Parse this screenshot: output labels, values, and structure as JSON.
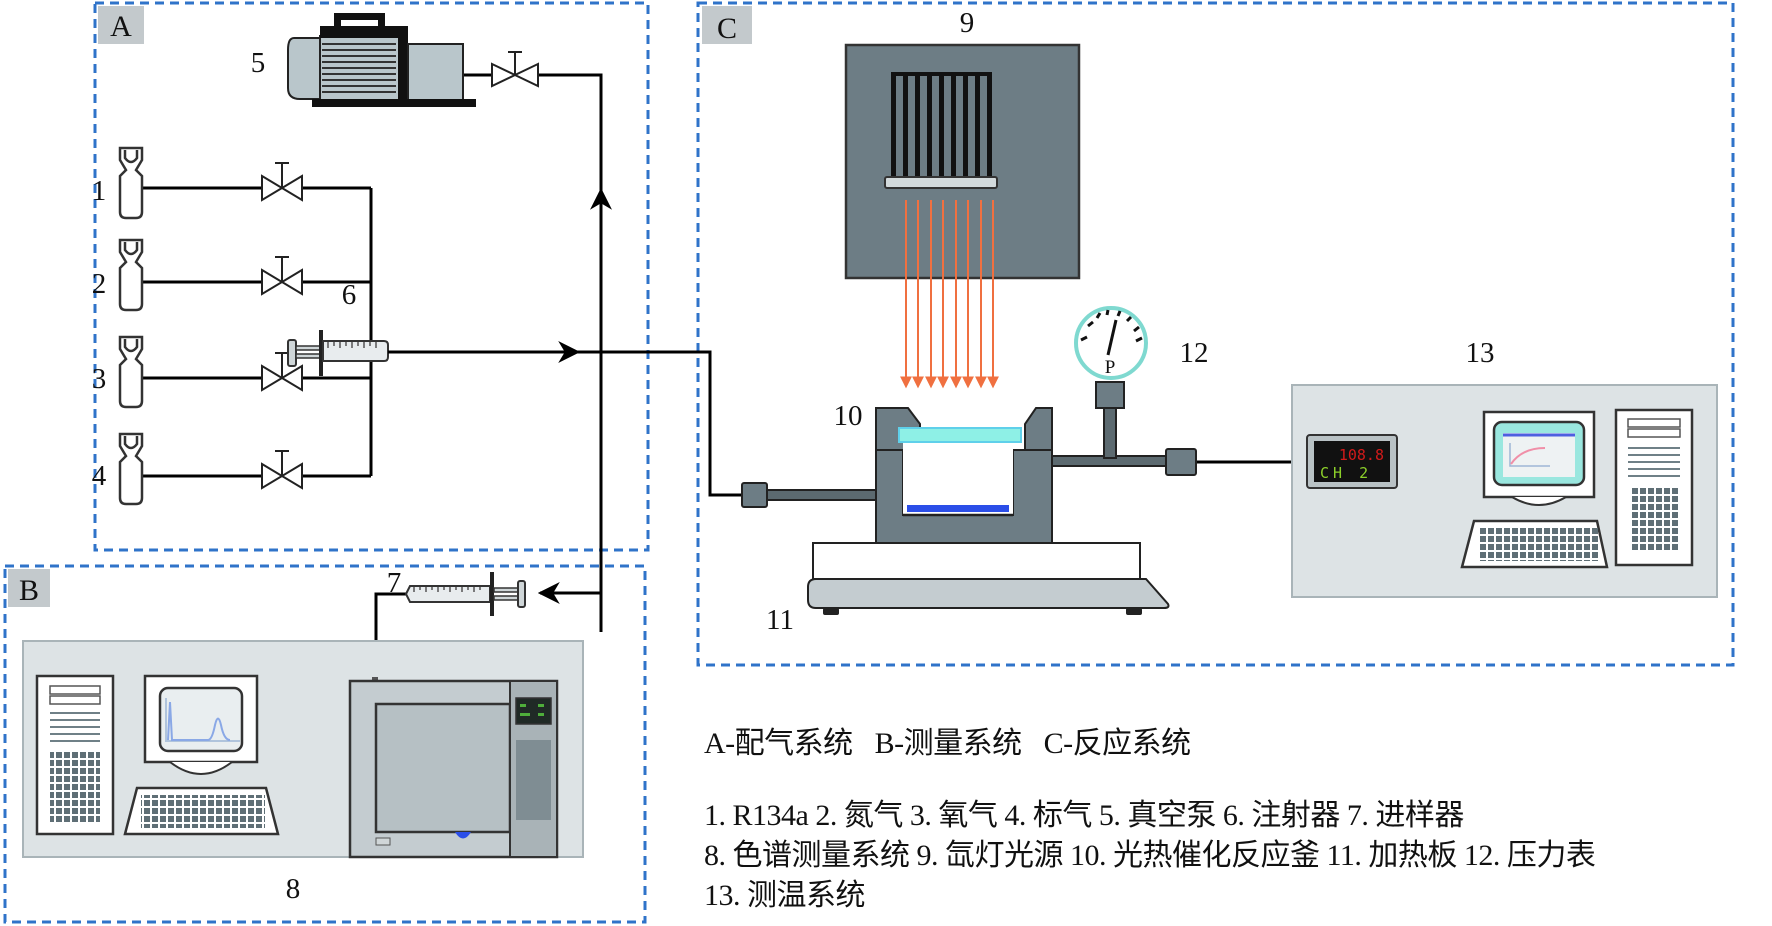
{
  "figure": {
    "colors": {
      "dashed_border": "#2f73c9",
      "label_tab": "#c3c9cc",
      "equipment_gray": "#6d7d85",
      "equipment_light": "#b9c6cb",
      "panel_bg": "#dde3e5",
      "light_rays": "#f07040",
      "quartz_window": "#8ef0e6",
      "liquid": "#2b4ee8",
      "gauge_ring": "#7fd9d0",
      "display_red": "#d11a1a",
      "display_green": "#8ccf2a"
    },
    "boxes": [
      {
        "id": "A",
        "label": "A"
      },
      {
        "id": "B",
        "label": "B"
      },
      {
        "id": "C",
        "label": "C"
      }
    ],
    "component_numbers": {
      "n1": "1",
      "n2": "2",
      "n3": "3",
      "n4": "4",
      "n5": "5",
      "n6": "6",
      "n7": "7",
      "n8": "8",
      "n9": "9",
      "n10": "10",
      "n11": "11",
      "n12": "12",
      "n13": "13"
    },
    "pressure_gauge_letter": "P",
    "temperature_display": {
      "value": "108.8",
      "channel": "CH 2"
    }
  },
  "caption": {
    "systems": [
      "A-配气系统",
      "B-测量系统",
      "C-反应系统"
    ],
    "legend_line1": "1. R134a 2. 氮气 3. 氧气 4. 标气 5. 真空泵 6. 注射器 7. 进样器",
    "legend_line2": "8. 色谱测量系统 9. 氙灯光源 10. 光热催化反应釜 11. 加热板 12. 压力表",
    "legend_line3": "13. 测温系统"
  }
}
